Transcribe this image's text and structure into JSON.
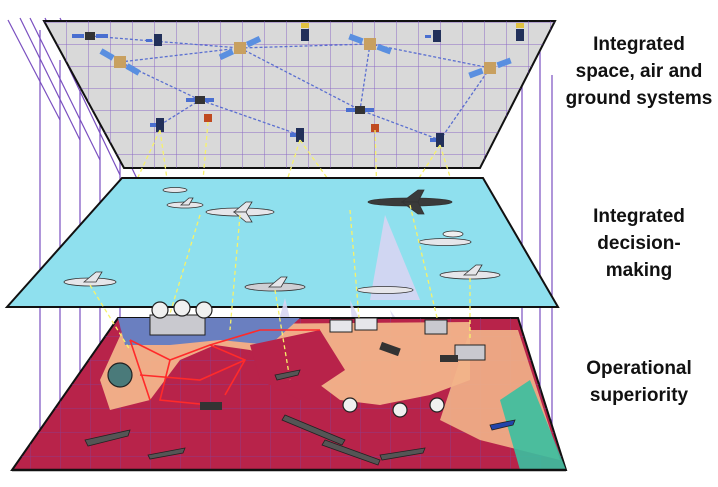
{
  "labels": {
    "space_air_ground": "Integrated\nspace, air and\nground systems",
    "decision_making": "Integrated\ndecision-\nmaking",
    "operational_superiority": "Operational\nsuperiority"
  },
  "colors": {
    "top_plane": "#d9d9d9",
    "middle_plane": "#8fe0ee",
    "bottom_terrain": "#b8234a",
    "sand": "#f2b48a",
    "sea_blue": "#6a7fc0",
    "grid_line": "#7a4fc0",
    "link_red": "#ff2a2a",
    "link_yellow": "#f7f26a",
    "beam": "#d7d5f2",
    "outline": "#111111"
  },
  "icons": [
    "satellite-icon",
    "aircraft-icon",
    "ship-icon",
    "radar-dish-icon",
    "building-icon",
    "tank-icon"
  ]
}
